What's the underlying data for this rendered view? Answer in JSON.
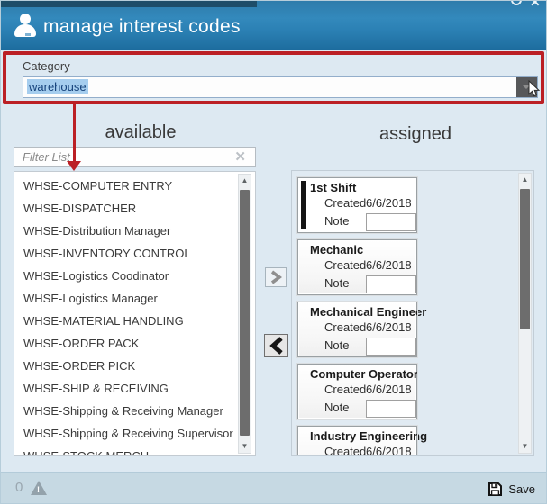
{
  "window": {
    "title": "manage interest codes",
    "close_glyph": "✕"
  },
  "category": {
    "label": "Category",
    "value": "warehouse"
  },
  "available": {
    "heading": "available",
    "filter_placeholder": "Filter List",
    "clear_glyph": "✕",
    "items": [
      "WHSE-COMPUTER ENTRY",
      "WHSE-DISPATCHER",
      "WHSE-Distribution Manager",
      "WHSE-INVENTORY CONTROL",
      "WHSE-Logistics Coodinator",
      "WHSE-Logistics Manager",
      "WHSE-MATERIAL HANDLING",
      "WHSE-ORDER PACK",
      "WHSE-ORDER PICK",
      "WHSE-SHIP & RECEIVING",
      "WHSE-Shipping & Receiving Manager",
      "WHSE-Shipping & Receiving Supervisor",
      "WHSE-STOCK MERCH"
    ]
  },
  "assigned": {
    "heading": "assigned",
    "created_label": "Created",
    "note_label": "Note",
    "cards": [
      {
        "title": "1st Shift",
        "created_date": "6/6/2018",
        "note_value": "",
        "selected": true
      },
      {
        "title": "Mechanic",
        "created_date": "6/6/2018",
        "note_value": "",
        "selected": false
      },
      {
        "title": "Mechanical Engineer",
        "created_date": "6/6/2018",
        "note_value": "",
        "selected": false
      },
      {
        "title": "Computer Operator",
        "created_date": "6/6/2018",
        "note_value": "",
        "selected": false
      },
      {
        "title": "Industry Engineering",
        "created_date": "6/6/2018",
        "note_value": "",
        "selected": false
      }
    ]
  },
  "scroll": {
    "up_glyph": "▲",
    "down_glyph": "▼"
  },
  "footer": {
    "warning_count": "0",
    "save_label": "Save"
  },
  "colors": {
    "header_blue": "#2b80b4",
    "annotation_red": "#bb2025",
    "selection_bg": "#a5cdee",
    "selection_text": "#15427b"
  }
}
